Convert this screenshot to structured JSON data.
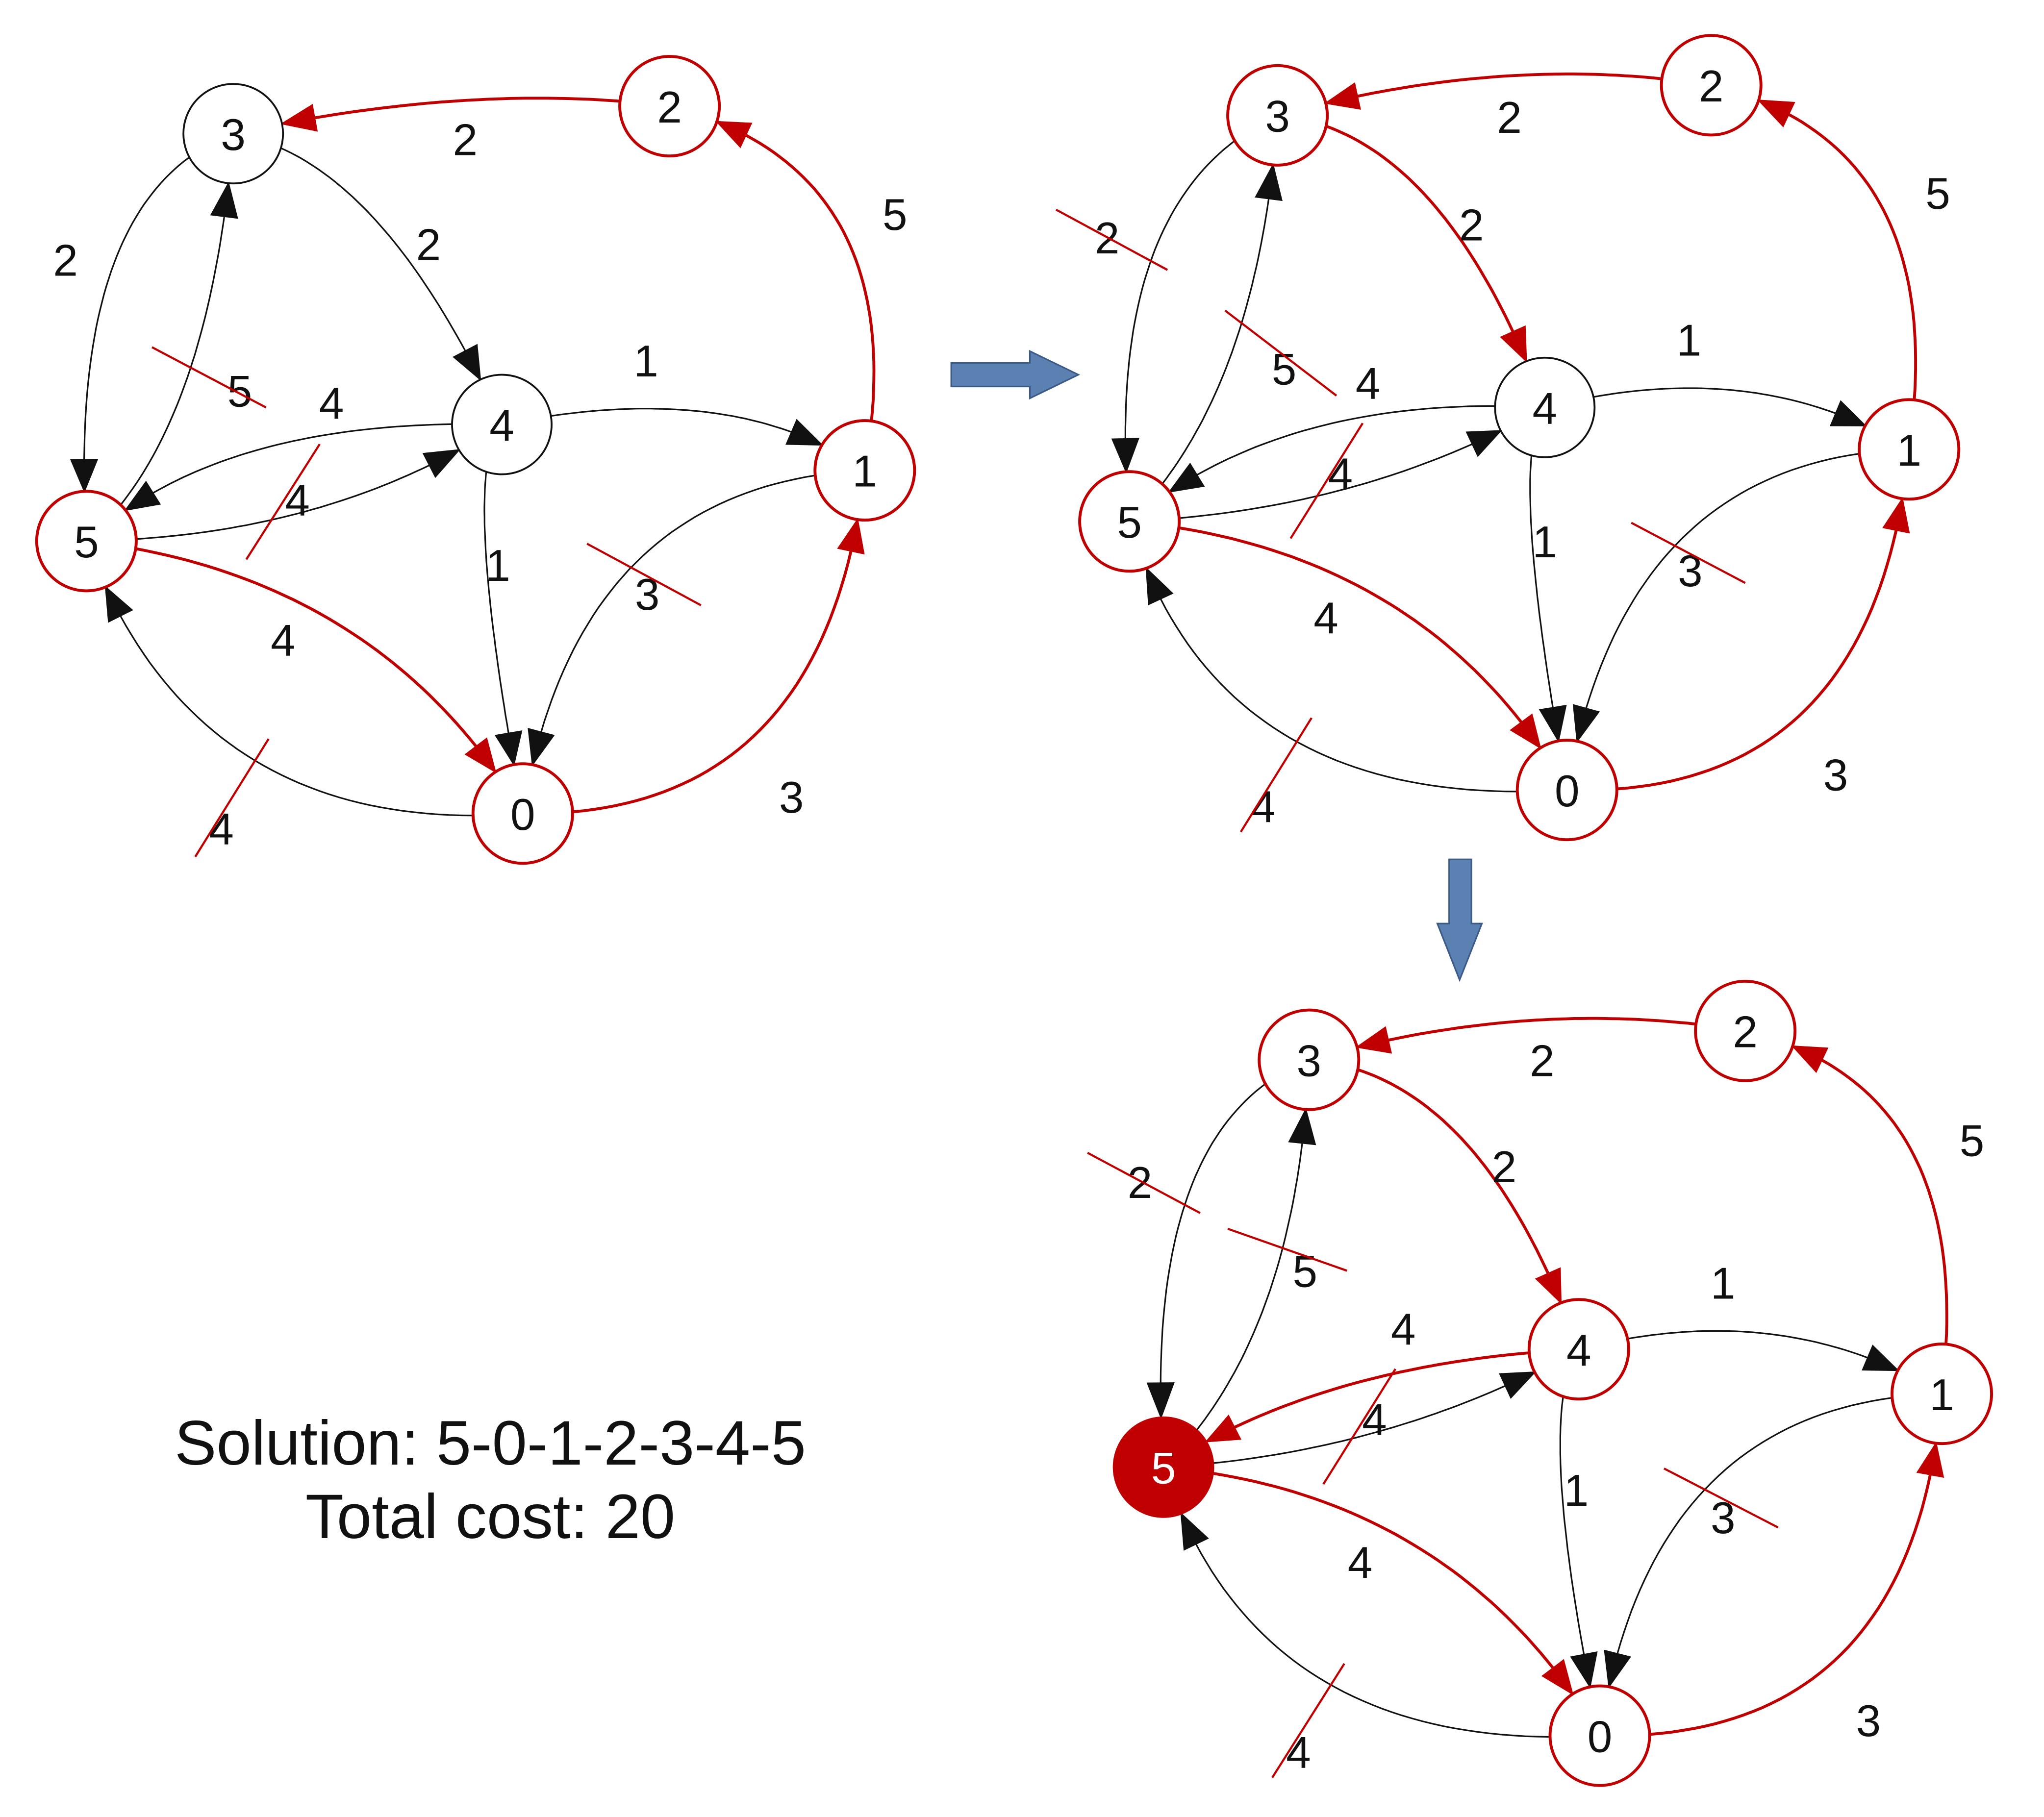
{
  "colors": {
    "path": "#c00000",
    "default": "#111111",
    "node_fill": "#ffffff",
    "start_fill": "#c00000",
    "flow_arrow": "#5b80b2",
    "flow_arrow_stroke": "#3c5a86"
  },
  "solution": {
    "route": "Solution: 5-0-1-2-3-4-5",
    "cost": "Total cost: 20"
  },
  "panels": [
    {
      "id": "step-1",
      "nodes": [
        {
          "id": "n3",
          "label": "3",
          "state": "normal"
        },
        {
          "id": "n2",
          "label": "2",
          "state": "path"
        },
        {
          "id": "n4",
          "label": "4",
          "state": "normal"
        },
        {
          "id": "n1",
          "label": "1",
          "state": "path"
        },
        {
          "id": "n5",
          "label": "5",
          "state": "path"
        },
        {
          "id": "n0",
          "label": "0",
          "state": "path"
        }
      ],
      "edges": [
        {
          "from": "n2",
          "to": "n3",
          "weight": "2",
          "state": "path"
        },
        {
          "from": "n1",
          "to": "n2",
          "weight": "5",
          "state": "path"
        },
        {
          "from": "n0",
          "to": "n1",
          "weight": "3",
          "state": "path"
        },
        {
          "from": "n5",
          "to": "n0",
          "weight": "4",
          "state": "path"
        },
        {
          "from": "n3",
          "to": "n5",
          "weight": "2",
          "state": "normal"
        },
        {
          "from": "n3",
          "to": "n4",
          "weight": "2",
          "state": "normal"
        },
        {
          "from": "n5",
          "to": "n3",
          "weight": "5",
          "state": "crossed"
        },
        {
          "from": "n4",
          "to": "n5",
          "weight": "4",
          "state": "normal"
        },
        {
          "from": "n5",
          "to": "n4",
          "weight": "4",
          "state": "crossed"
        },
        {
          "from": "n4",
          "to": "n1",
          "weight": "1",
          "state": "normal"
        },
        {
          "from": "n4",
          "to": "n0",
          "weight": "1",
          "state": "normal"
        },
        {
          "from": "n1",
          "to": "n0",
          "weight": "3",
          "state": "crossed"
        },
        {
          "from": "n0",
          "to": "n5",
          "weight": "4",
          "state": "crossed"
        }
      ]
    },
    {
      "id": "step-2",
      "nodes": [
        {
          "id": "n3",
          "label": "3",
          "state": "path"
        },
        {
          "id": "n2",
          "label": "2",
          "state": "path"
        },
        {
          "id": "n4",
          "label": "4",
          "state": "normal"
        },
        {
          "id": "n1",
          "label": "1",
          "state": "path"
        },
        {
          "id": "n5",
          "label": "5",
          "state": "path"
        },
        {
          "id": "n0",
          "label": "0",
          "state": "path"
        }
      ],
      "edges": [
        {
          "from": "n2",
          "to": "n3",
          "weight": "2",
          "state": "path"
        },
        {
          "from": "n1",
          "to": "n2",
          "weight": "5",
          "state": "path"
        },
        {
          "from": "n0",
          "to": "n1",
          "weight": "3",
          "state": "path"
        },
        {
          "from": "n5",
          "to": "n0",
          "weight": "4",
          "state": "path"
        },
        {
          "from": "n3",
          "to": "n4",
          "weight": "2",
          "state": "path"
        },
        {
          "from": "n3",
          "to": "n5",
          "weight": "2",
          "state": "crossed"
        },
        {
          "from": "n5",
          "to": "n3",
          "weight": "5",
          "state": "crossed"
        },
        {
          "from": "n4",
          "to": "n5",
          "weight": "4",
          "state": "normal"
        },
        {
          "from": "n5",
          "to": "n4",
          "weight": "4",
          "state": "crossed"
        },
        {
          "from": "n4",
          "to": "n1",
          "weight": "1",
          "state": "normal"
        },
        {
          "from": "n4",
          "to": "n0",
          "weight": "1",
          "state": "normal"
        },
        {
          "from": "n1",
          "to": "n0",
          "weight": "3",
          "state": "crossed"
        },
        {
          "from": "n0",
          "to": "n5",
          "weight": "4",
          "state": "crossed"
        }
      ]
    },
    {
      "id": "step-3",
      "nodes": [
        {
          "id": "n3",
          "label": "3",
          "state": "path"
        },
        {
          "id": "n2",
          "label": "2",
          "state": "path"
        },
        {
          "id": "n4",
          "label": "4",
          "state": "path"
        },
        {
          "id": "n1",
          "label": "1",
          "state": "path"
        },
        {
          "id": "n5",
          "label": "5",
          "state": "start"
        },
        {
          "id": "n0",
          "label": "0",
          "state": "path"
        }
      ],
      "edges": [
        {
          "from": "n2",
          "to": "n3",
          "weight": "2",
          "state": "path"
        },
        {
          "from": "n1",
          "to": "n2",
          "weight": "5",
          "state": "path"
        },
        {
          "from": "n0",
          "to": "n1",
          "weight": "3",
          "state": "path"
        },
        {
          "from": "n5",
          "to": "n0",
          "weight": "4",
          "state": "path"
        },
        {
          "from": "n3",
          "to": "n4",
          "weight": "2",
          "state": "path"
        },
        {
          "from": "n4",
          "to": "n5",
          "weight": "4",
          "state": "path"
        },
        {
          "from": "n3",
          "to": "n5",
          "weight": "2",
          "state": "crossed"
        },
        {
          "from": "n5",
          "to": "n3",
          "weight": "5",
          "state": "crossed"
        },
        {
          "from": "n5",
          "to": "n4",
          "weight": "4",
          "state": "crossed"
        },
        {
          "from": "n4",
          "to": "n1",
          "weight": "1",
          "state": "normal"
        },
        {
          "from": "n4",
          "to": "n0",
          "weight": "1",
          "state": "normal"
        },
        {
          "from": "n1",
          "to": "n0",
          "weight": "3",
          "state": "crossed"
        },
        {
          "from": "n0",
          "to": "n5",
          "weight": "4",
          "state": "crossed"
        }
      ]
    }
  ]
}
